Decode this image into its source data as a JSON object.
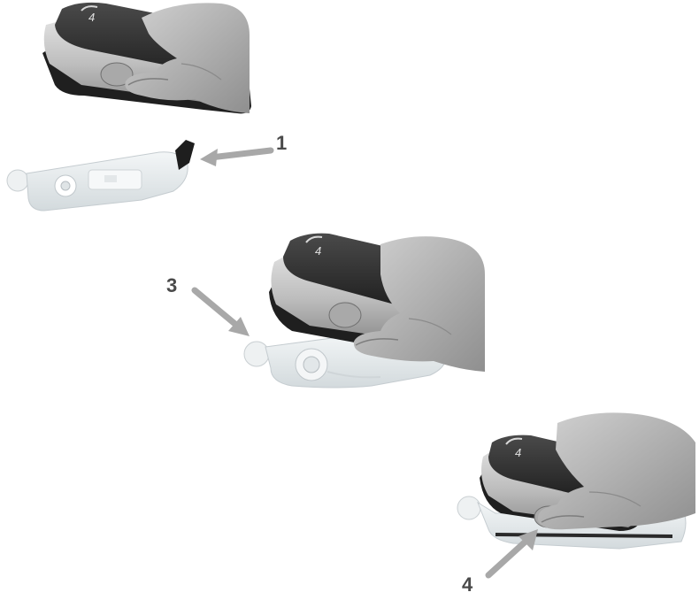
{
  "steps": {
    "step1": "1",
    "step3": "3",
    "step4": "4"
  },
  "colors": {
    "device_body": "#2b2b2b",
    "device_top": "#3a3a3a",
    "device_silver": "#c8c8c8",
    "device_silver_dark": "#9a9a9a",
    "hand": "#b9b9b9",
    "hand_shadow": "#8e8e8e",
    "base_plate": "#e9eef0",
    "base_plate_edge": "#c5ccd0",
    "arrow": "#a8a8a8",
    "label": "#4a4a4a"
  },
  "icons": [
    "device-logo-icon",
    "arrow-icon"
  ]
}
